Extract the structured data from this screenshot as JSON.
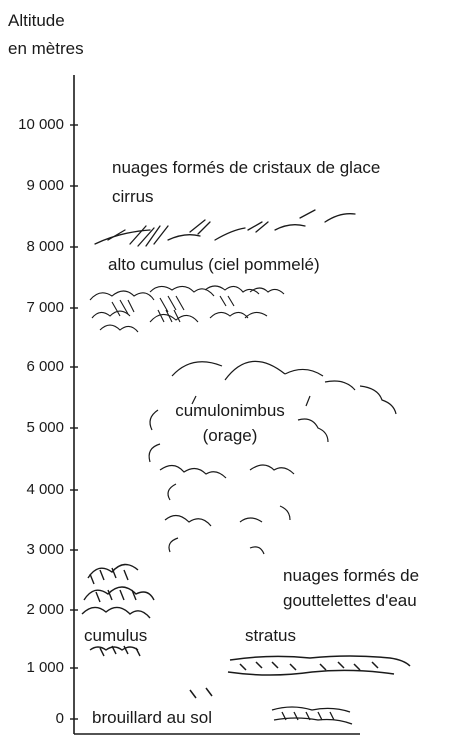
{
  "axis": {
    "title_line1": "Altitude",
    "title_line2": "en mètres",
    "ticks": [
      "10 000",
      "9 000",
      "8 000",
      "7 000",
      "6 000",
      "5 000",
      "4 000",
      "3 000",
      "2 000",
      "1 000",
      "0"
    ]
  },
  "labels": {
    "ice_clouds": "nuages formés de cristaux de glace",
    "cirrus": "cirrus",
    "altocumulus": "alto cumulus (ciel pommelé)",
    "cumulonimbus": "cumulonimbus",
    "storm": "(orage)",
    "droplet_clouds_line1": "nuages formés de",
    "droplet_clouds_line2": "gouttelettes d'eau",
    "cumulus": "cumulus",
    "stratus": "stratus",
    "ground_fog": "brouillard au sol"
  },
  "colors": {
    "ink": "#1a1a1a",
    "background": "#ffffff"
  }
}
